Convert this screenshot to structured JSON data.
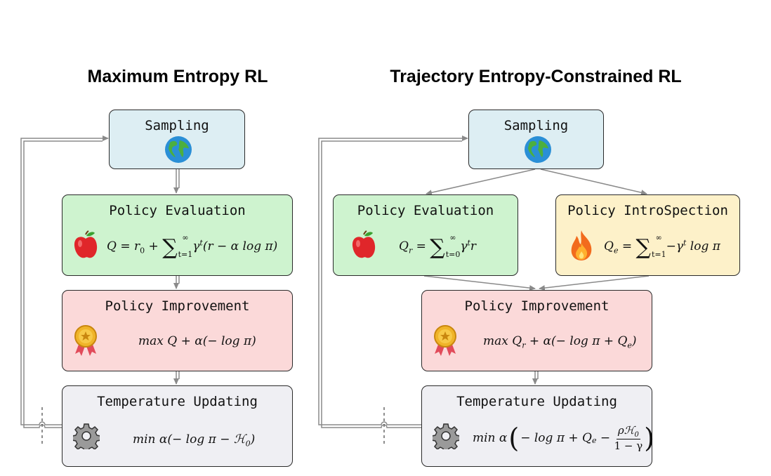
{
  "left": {
    "title": "Maximum Entropy RL",
    "sampling": "Sampling",
    "evaluation": "Policy Evaluation",
    "improvement": "Policy Improvement",
    "temperature": "Temperature Updating",
    "f_eval": {
      "a": "Q = r",
      "a_sub": "0",
      "b": " + ",
      "sup": "∞",
      "sub": "t=1",
      "c": "γ",
      "c_sup": "t",
      "d": "(r − α log π)"
    },
    "f_improve": "max Q + α(− log π)",
    "f_temp": "min α(− log π − ℋ",
    "f_temp_sub": "0",
    "f_temp_end": ")"
  },
  "right": {
    "title": "Trajectory Entropy-Constrained RL",
    "sampling": "Sampling",
    "evaluation": "Policy Evaluation",
    "introspection": "Policy IntroSpection",
    "improvement": "Policy Improvement",
    "temperature": "Temperature Updating",
    "f_eval": {
      "a": "Q",
      "a_sub": "r",
      "b": " = ",
      "sup": "∞",
      "sub": "t=0",
      "c": "γ",
      "c_sup": "t",
      "d": "r"
    },
    "f_intro": {
      "a": "Q",
      "a_sub": "e",
      "b": " = ",
      "sup": "∞",
      "sub": "t=1",
      "c": "−γ",
      "c_sup": "t",
      "d": " log π"
    },
    "f_improve": {
      "a": "max Q",
      "a_sub": "r",
      "b": " + α(− log π + Q",
      "b_sub": "e",
      "c": ")"
    },
    "f_temp": {
      "a": "min α",
      "b": "− log π + Q",
      "b_sub": "e",
      "c": " − ",
      "num": "ρℋ",
      "num_sub": "0",
      "den": "1 − γ"
    }
  },
  "icons": [
    "globe-icon",
    "apple-icon",
    "medal-icon",
    "gear-icon",
    "fire-icon"
  ]
}
